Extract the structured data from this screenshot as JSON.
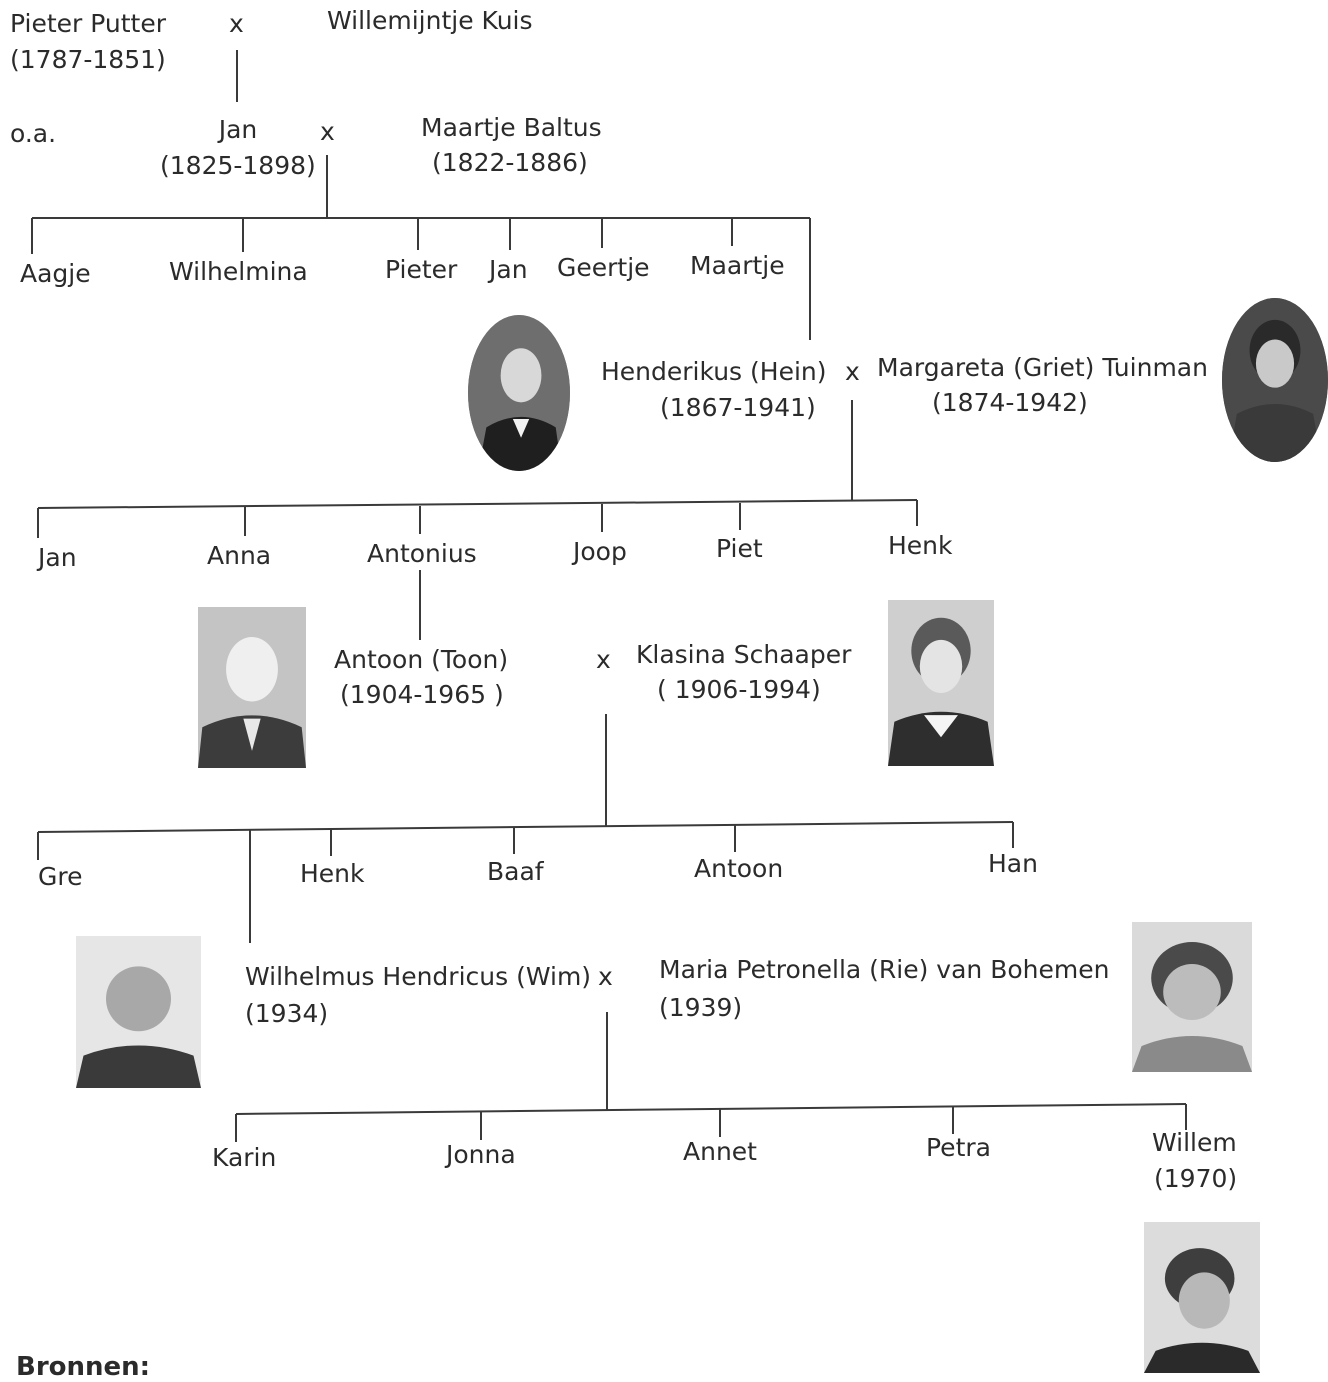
{
  "gen0": {
    "father_name": "Pieter Putter",
    "father_years": "(1787-1851)",
    "marriage_x": "x",
    "mother_name": "Willemijntje Kuis"
  },
  "gen1": {
    "prefix": "o.a.",
    "father_name": "Jan",
    "father_years": "(1825-1898)",
    "marriage_x": "x",
    "mother_name": "Maartje Baltus",
    "mother_years": "(1822-1886)",
    "children": [
      "Aagje",
      "Wilhelmina",
      "Pieter",
      "Jan",
      "Geertje",
      "Maartje"
    ]
  },
  "gen2": {
    "father_name": "Henderikus (Hein)",
    "father_years": "(1867-1941)",
    "marriage_x": "x",
    "mother_name": "Margareta (Griet) Tuinman",
    "mother_years": "(1874-1942)",
    "children": [
      "Jan",
      "Anna",
      "Antonius",
      "Joop",
      "Piet",
      "Henk"
    ]
  },
  "gen3": {
    "father_name": "Antoon (Toon)",
    "father_years": "(1904-1965 )",
    "marriage_x": "x",
    "mother_name": "Klasina Schaaper",
    "mother_years": "( 1906-1994)",
    "children": [
      "Gre",
      "Henk",
      "Baaf",
      "Antoon",
      "Han"
    ]
  },
  "gen4": {
    "father_name": "Wilhelmus Hendricus (Wim)",
    "father_years": "(1934)",
    "marriage_x": "x",
    "mother_name": "Maria Petronella (Rie) van Bohemen",
    "mother_years": "(1939)",
    "children": [
      "Karin",
      "Jonna",
      "Annet",
      "Petra",
      "Willem"
    ],
    "last_child_years": "(1970)"
  },
  "footer": {
    "heading": "Bronnen:"
  }
}
